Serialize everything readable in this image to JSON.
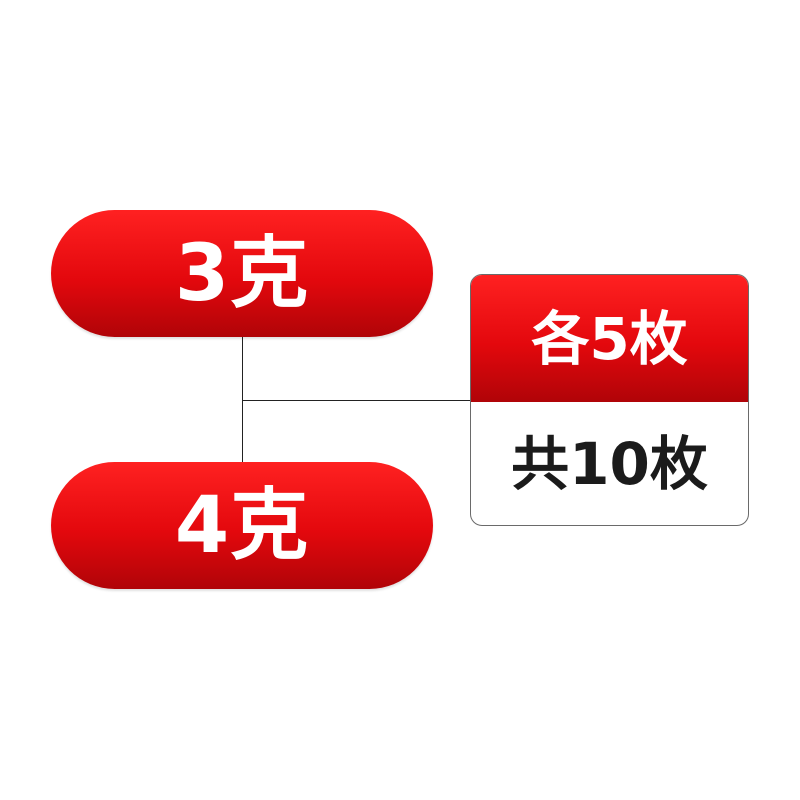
{
  "diagram": {
    "option_top": "3克",
    "option_bottom": "4克",
    "card": {
      "each_label": "各5枚",
      "total_label": "共10枚"
    }
  },
  "colors": {
    "accent_red": "#e3080d",
    "text_white": "#ffffff",
    "text_dark": "#1b1b1b",
    "line": "#222222"
  }
}
